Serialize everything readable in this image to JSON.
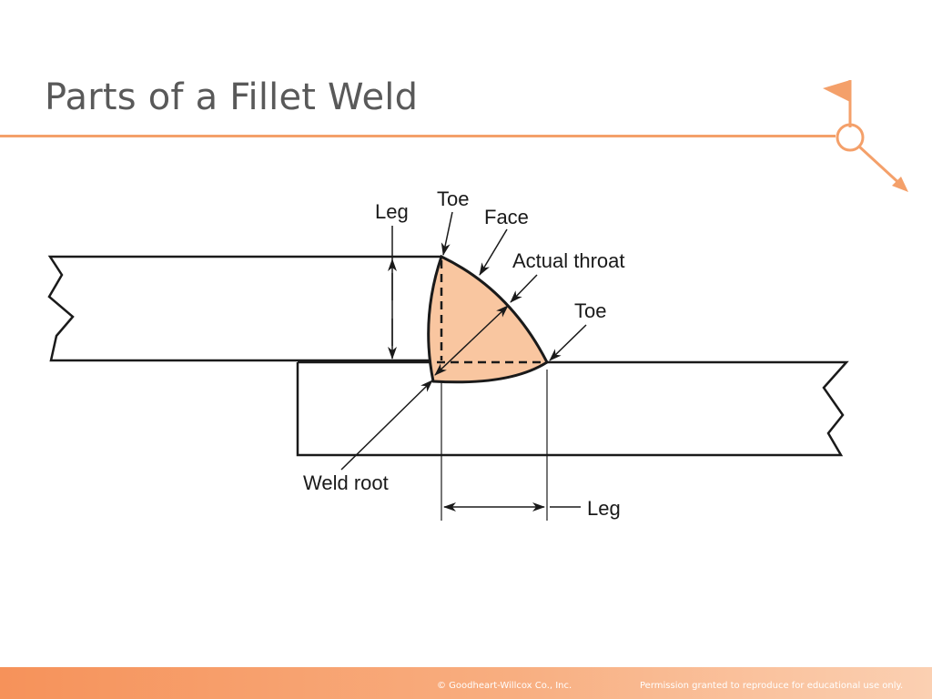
{
  "slide": {
    "title": "Parts of a Fillet Weld"
  },
  "diagram": {
    "labels": {
      "leg_vertical": "Leg",
      "toe_top": "Toe",
      "face": "Face",
      "actual_throat": "Actual throat",
      "toe_right": "Toe",
      "weld_root": "Weld root",
      "leg_horizontal": "Leg"
    },
    "colors": {
      "weld_fill": "#f9c6a0",
      "line": "#1a1a1a"
    }
  },
  "footer": {
    "copyright": "© Goodheart-Willcox Co., Inc.",
    "permission": "Permission granted to reproduce for educational use only."
  },
  "theme": {
    "accent": "#f4a06a"
  }
}
